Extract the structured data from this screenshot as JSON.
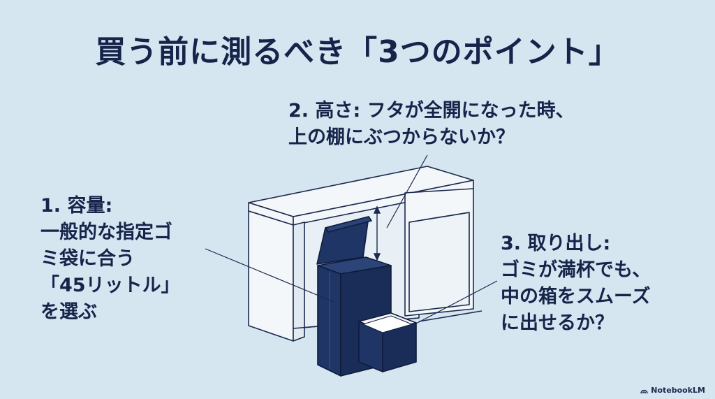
{
  "title": "買う前に測るべき「3つのポイント」",
  "callouts": {
    "capacity": {
      "lines": [
        "1. 容量:",
        "一般的な指定ゴ",
        "ミ袋に合う",
        "「45リットル」",
        "を選ぶ"
      ]
    },
    "height": {
      "lines": [
        "2. 高さ: フタが全開になった時、",
        "上の棚にぶつからないか？"
      ]
    },
    "removal": {
      "lines": [
        "3. 取り出し:",
        "ゴミが満杯でも、",
        "中の箱をスムーズ",
        "に出せるか？"
      ]
    }
  },
  "watermark": "NotebookLM",
  "colors": {
    "background": "#d6e6f1",
    "text": "#16244a",
    "bin": "#1f3566",
    "counter": "#f4f7fa",
    "line": "#1b2a4e"
  }
}
